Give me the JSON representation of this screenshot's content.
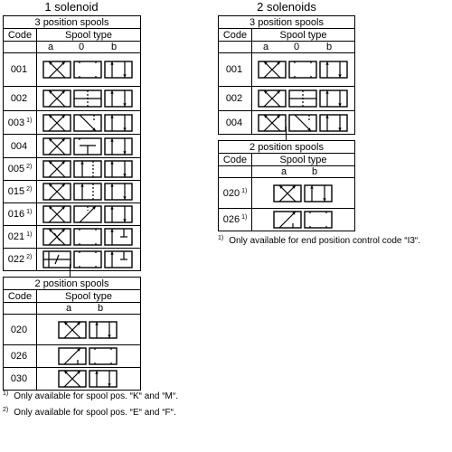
{
  "one_solenoid": {
    "title": "1 solenoid",
    "three_pos": {
      "heading": "3 position spools",
      "code_header": "Code",
      "type_header": "Spool type",
      "pos_labels": [
        "a",
        "0",
        "b"
      ],
      "rows": [
        {
          "code": "001",
          "note": ""
        },
        {
          "code": "002",
          "note": ""
        },
        {
          "code": "003",
          "note": "1)"
        },
        {
          "code": "004",
          "note": ""
        },
        {
          "code": "005",
          "note": "2)"
        },
        {
          "code": "015",
          "note": "2)"
        },
        {
          "code": "016",
          "note": "1)"
        },
        {
          "code": "021",
          "note": "1)"
        },
        {
          "code": "022",
          "note": "2)"
        }
      ]
    },
    "two_pos": {
      "heading": "2 position spools",
      "code_header": "Code",
      "type_header": "Spool type",
      "pos_labels": [
        "a",
        "b"
      ],
      "rows": [
        {
          "code": "020",
          "note": ""
        },
        {
          "code": "026",
          "note": ""
        },
        {
          "code": "030",
          "note": ""
        }
      ]
    },
    "notes": [
      {
        "mark": "1)",
        "text": "Only available for spool pos. “K“ and “M“."
      },
      {
        "mark": "2)",
        "text": "Only available for spool pos. “E“ and “F“."
      }
    ]
  },
  "two_solenoids": {
    "title": "2 solenoids",
    "three_pos": {
      "heading": "3 position spools",
      "code_header": "Code",
      "type_header": "Spool type",
      "pos_labels": [
        "a",
        "0",
        "b"
      ],
      "rows": [
        {
          "code": "001",
          "note": ""
        },
        {
          "code": "002",
          "note": ""
        },
        {
          "code": "004",
          "note": ""
        }
      ]
    },
    "two_pos": {
      "heading": "2 position spools",
      "code_header": "Code",
      "type_header": "Spool type",
      "pos_labels": [
        "a",
        "b"
      ],
      "rows": [
        {
          "code": "020",
          "note": "1)"
        },
        {
          "code": "026",
          "note": "1)"
        }
      ]
    },
    "notes": [
      {
        "mark": "1)",
        "text": "Only available for end position control code “I3“."
      }
    ]
  }
}
